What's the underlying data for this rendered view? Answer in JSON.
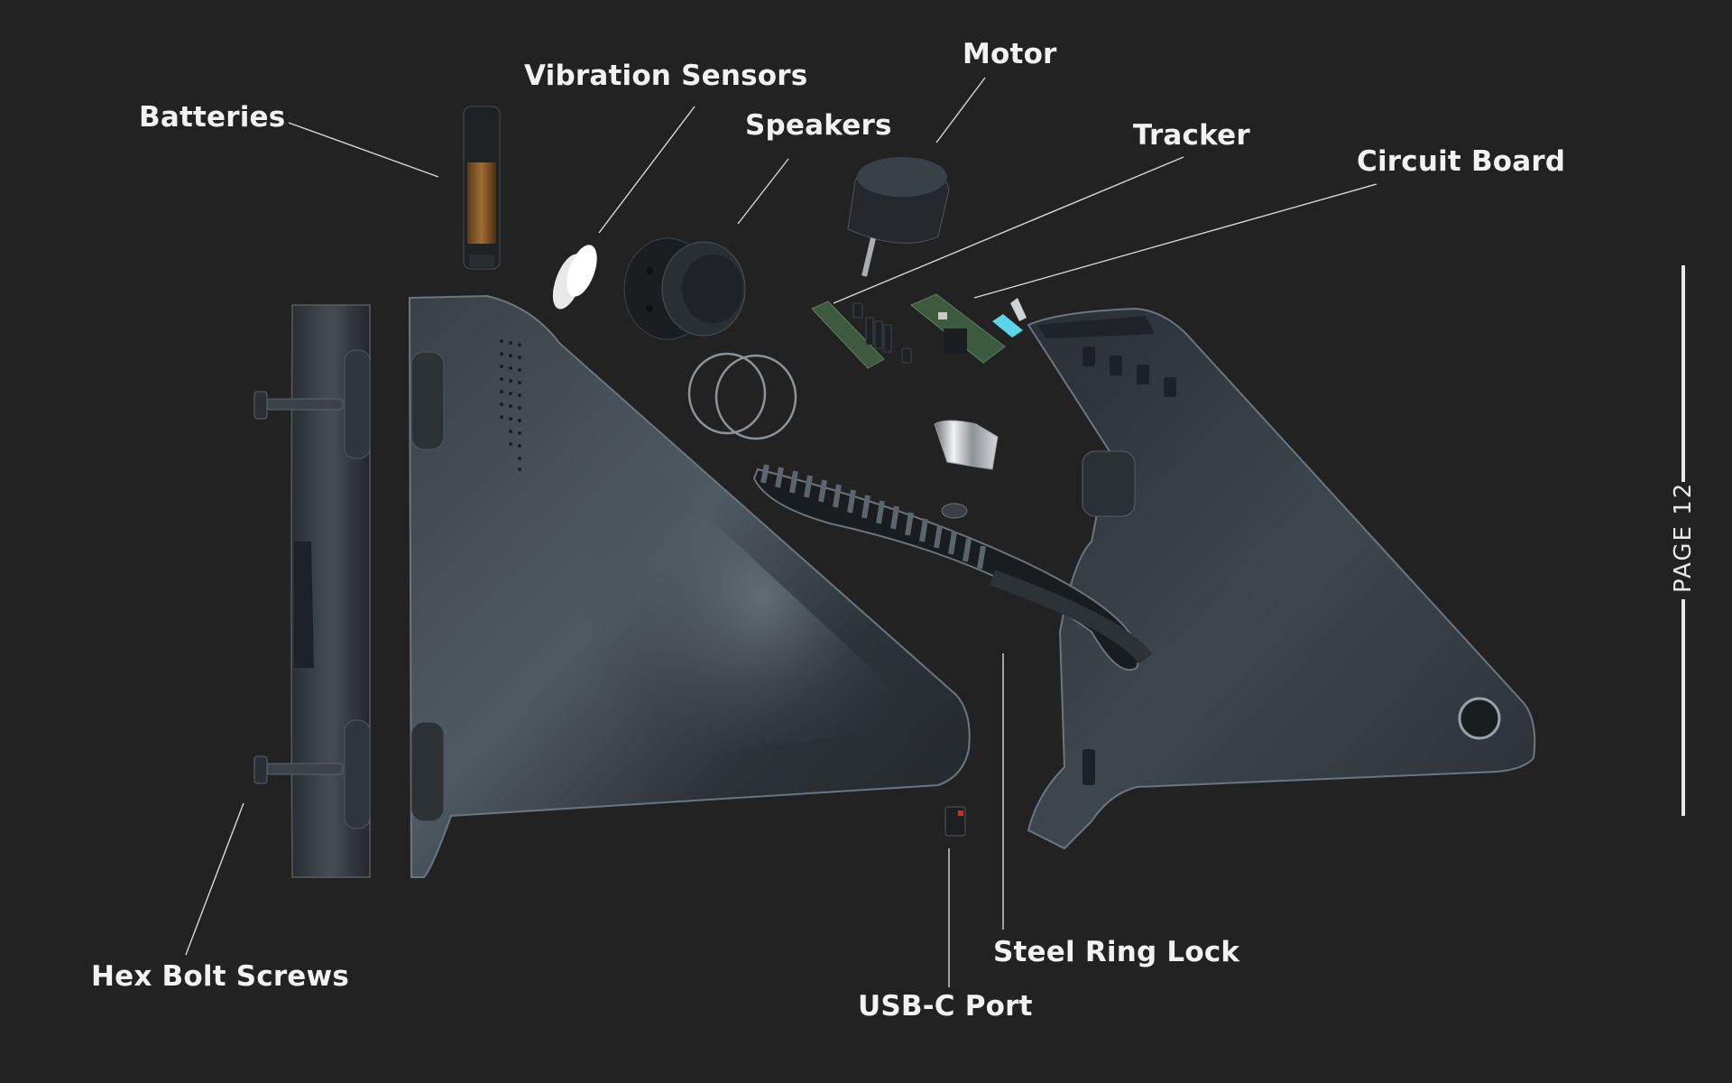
{
  "labels": {
    "batteries": "Batteries",
    "vibration_sensors": "Vibration Sensors",
    "motor": "Motor",
    "speakers": "Speakers",
    "tracker": "Tracker",
    "circuit_board": "Circuit Board",
    "hex_bolt_screws": "Hex Bolt Screws",
    "steel_ring_lock": "Steel Ring Lock",
    "usbc_port": "USB-C Port"
  },
  "page_label": "PAGE 12",
  "colors": {
    "background": "#222222",
    "housing": "#2e3338",
    "housing_highlight": "#5a6670",
    "leader_line": "#d8d8d8",
    "label_text": "#f2f2f2",
    "accent_cyan": "#59d6e8",
    "battery_copper": "#8a5a2a"
  }
}
